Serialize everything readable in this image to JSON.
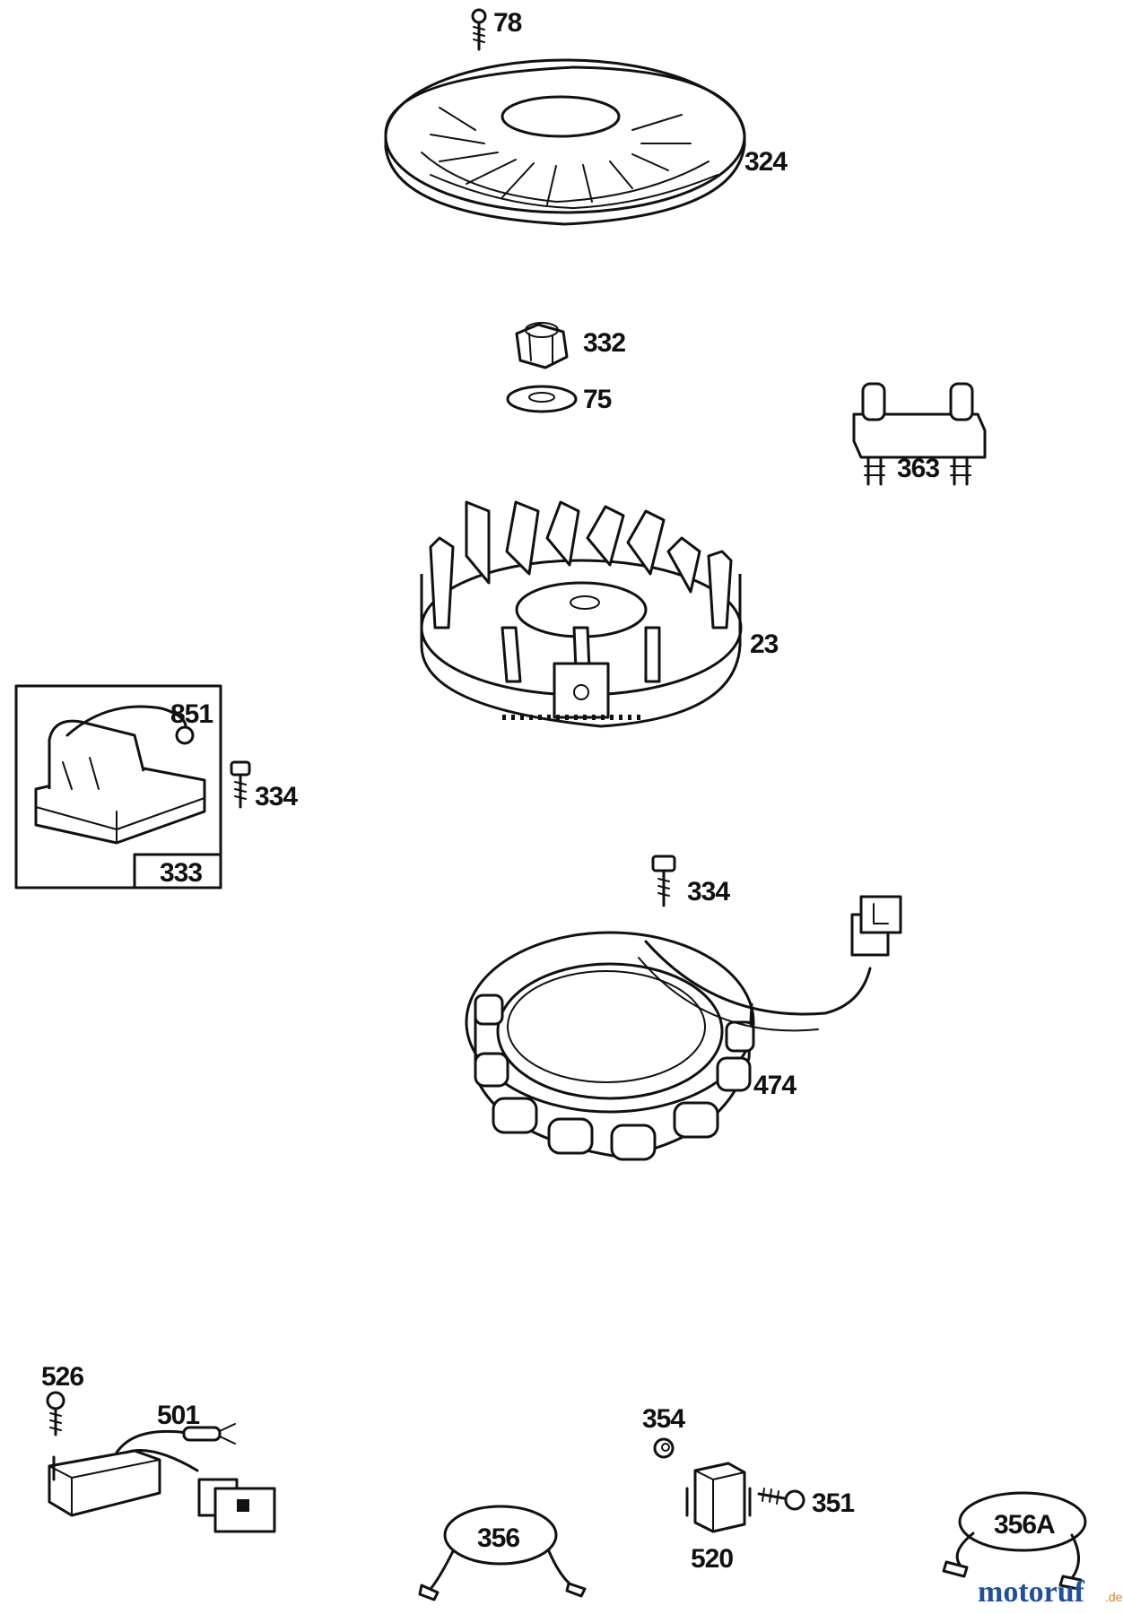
{
  "labels": {
    "p78": "78",
    "p324": "324",
    "p332": "332",
    "p75": "75",
    "p363": "363",
    "p23": "23",
    "p851": "851",
    "p334a": "334",
    "p333": "333",
    "p334b": "334",
    "p474": "474",
    "p526": "526",
    "p501": "501",
    "p354": "354",
    "p351": "351",
    "p356": "356",
    "p520": "520",
    "p356A": "356A"
  },
  "watermark": {
    "main": "motoruf",
    "suffix": ".de",
    "main_color": "#1f4f9e",
    "accent_color": "#e0801e"
  },
  "colors": {
    "ink": "#111111",
    "background": "#ffffff"
  }
}
